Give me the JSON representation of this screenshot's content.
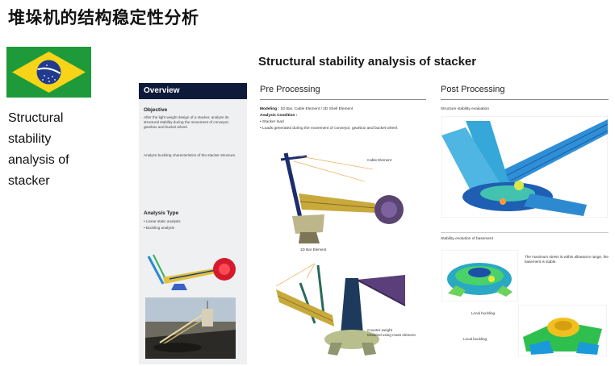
{
  "page": {
    "title": "堆垛机的结构稳定性分析",
    "caption": "Structural stability analysis of stacker"
  },
  "flag": {
    "icon": "brazil-flag-icon",
    "colors": {
      "green": "#1e9a3a",
      "yellow": "#f7d417",
      "blue": "#1f3a8f"
    }
  },
  "slide": {
    "title": "Structural stability analysis of stacker",
    "overview": {
      "header": "Overview",
      "objective_label": "Objective",
      "objective_text": "After the light weight design of a stacker, analyze its structural stability during the movement of conveyor, gearbox and bucket wheel.",
      "buckling_text": "Analyze buckling characteristics of the stacker structure.",
      "analysis_type_label": "Analysis Type",
      "analysis_types": [
        "• Linear static analysis",
        "• Buckling analysis"
      ]
    },
    "pre": {
      "header": "Pre Processing",
      "modeling_label": "Modeling :",
      "modeling_value": "1D Bar, Cable Element / 2D Shell Element",
      "condition_label": "Analysis Condition :",
      "conditions": [
        "• Stacker load",
        "• Loads generated during the movement of conveyor, gearbox and bucket wheel."
      ],
      "callout_cable": "Cable Element",
      "callout_bar": "1D Bar Element",
      "callout_counter": "Counter weight\nModeled using mass element"
    },
    "post": {
      "header": "Post Processing",
      "eval_label": "Structure stability evaluation",
      "basement_label": "Stability evolution of basement",
      "stress_note": "The maximum stress is within allowance range, the basement is stable.",
      "local_buckling_1": "Local buckling",
      "local_buckling_2": "Local buckling"
    }
  }
}
